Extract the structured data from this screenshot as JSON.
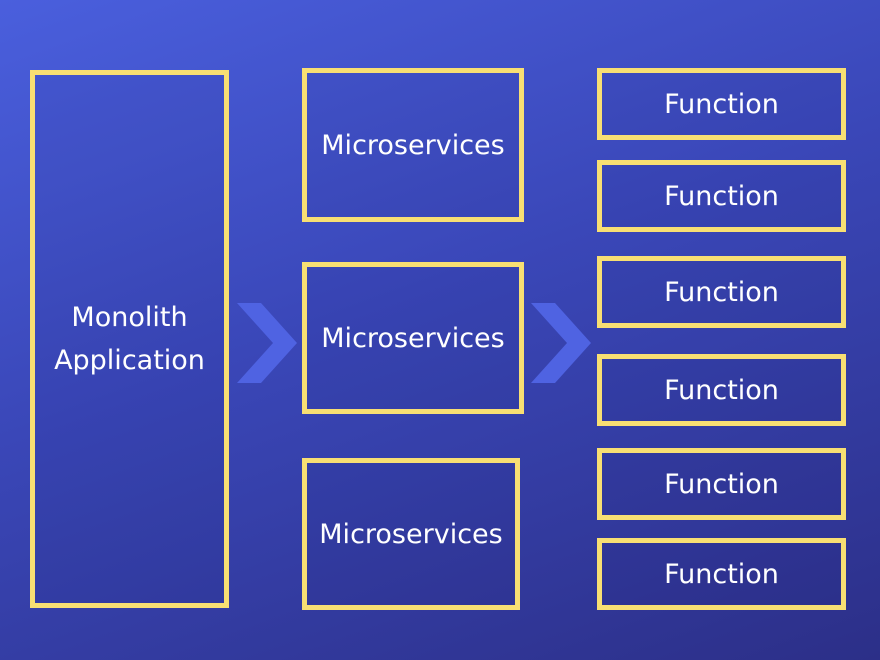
{
  "background": {
    "colors": [
      "#4a5fdd",
      "#3a47b8",
      "#2c2f88"
    ]
  },
  "accent": {
    "box_border": "#f8df73",
    "arrow": "#4f63e2",
    "text": "#ffffff"
  },
  "monolith": {
    "line1": "Monolith",
    "line2": "Application"
  },
  "microservices": [
    {
      "label": "Microservices"
    },
    {
      "label": "Microservices"
    },
    {
      "label": "Microservices"
    }
  ],
  "functions": [
    {
      "label": "Function"
    },
    {
      "label": "Function"
    },
    {
      "label": "Function"
    },
    {
      "label": "Function"
    },
    {
      "label": "Function"
    },
    {
      "label": "Function"
    }
  ],
  "arrows": [
    {
      "icon": "chevron-right-icon"
    },
    {
      "icon": "chevron-right-icon"
    }
  ]
}
